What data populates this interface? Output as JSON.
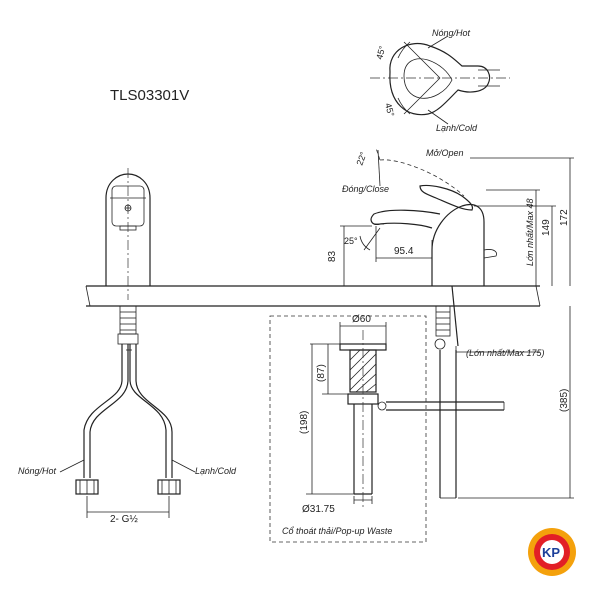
{
  "model": "TLS03301V",
  "labels": {
    "hot_top": "Nóng/Hot",
    "cold_top": "Lạnh/Cold",
    "angle_45a": "45°",
    "angle_45b": "45°",
    "open": "Mở/Open",
    "close": "Đóng/Close",
    "angle_22": "22°",
    "angle_25": "25°",
    "dim_95": "95.4",
    "dim_83": "83",
    "dim_max48": "Lớn nhất/Max 48",
    "dim_149": "149",
    "dim_172": "172",
    "dim_60": "Ø60",
    "dim_87": "(87)",
    "dim_198": "(198)",
    "dim_max175": "(Lớn nhất/Max 175)",
    "dim_385": "(385)",
    "dim_31": "Ø31.75",
    "hot_left": "Nóng/Hot",
    "cold_left": "Lạnh/Cold",
    "thread": "2- G½",
    "waste": "Cổ thoát thải/Pop-up Waste",
    "logo_text": "KP"
  },
  "colors": {
    "line": "#222222",
    "logo_outer": "#f4a10c",
    "logo_inner": "#e21f26",
    "logo_text": "#1b3f9a"
  }
}
